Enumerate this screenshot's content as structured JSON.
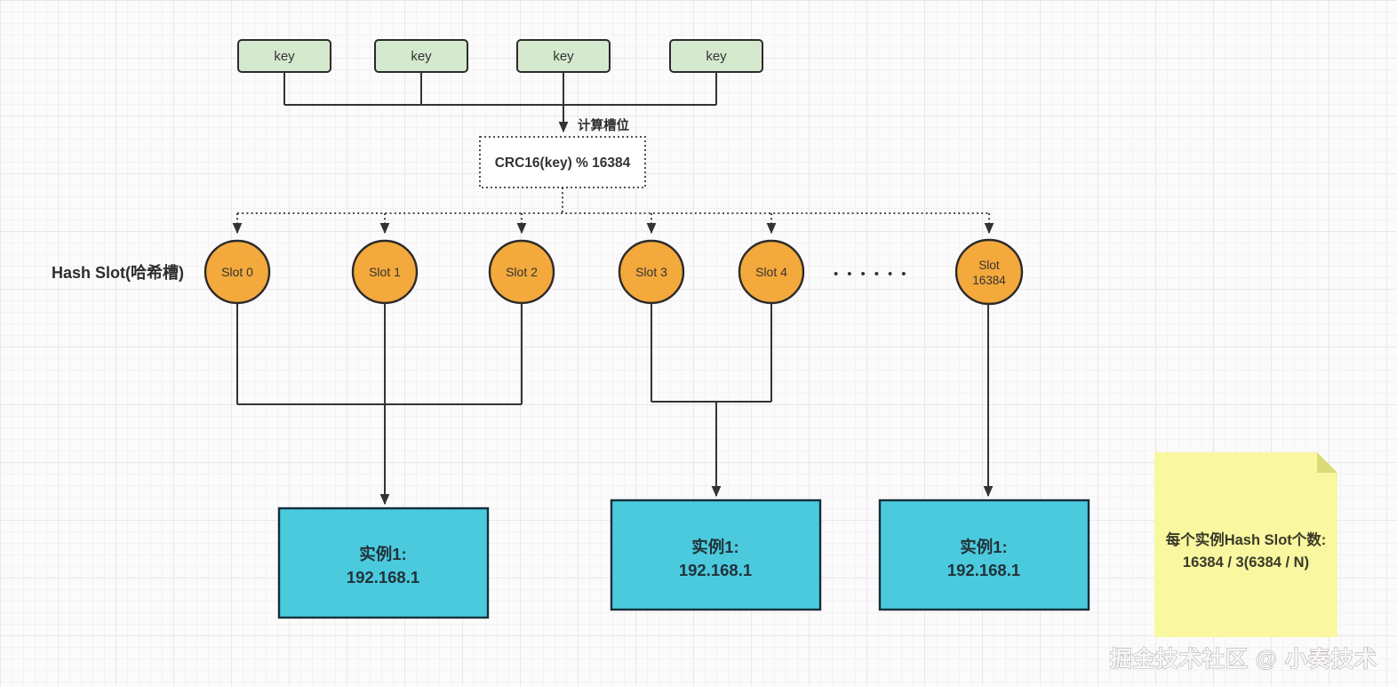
{
  "diagram": {
    "keys": [
      {
        "label": "key"
      },
      {
        "label": "key"
      },
      {
        "label": "key"
      },
      {
        "label": "key"
      }
    ],
    "process_step": {
      "label": "计算槽位",
      "formula": "CRC16(key) % 16384"
    },
    "hash_slot_row": {
      "label": "Hash Slot(哈希槽)",
      "slots": [
        {
          "label": "Slot 0"
        },
        {
          "label": "Slot 1"
        },
        {
          "label": "Slot 2"
        },
        {
          "label": "Slot 3"
        },
        {
          "label": "Slot 4"
        }
      ],
      "last_slot": {
        "line1": "Slot",
        "line2": "16384"
      },
      "ellipsis": "••••••"
    },
    "instances": [
      {
        "name": "实例1:",
        "address": "192.168.1"
      },
      {
        "name": "实例1:",
        "address": "192.168.1"
      },
      {
        "name": "实例1:",
        "address": "192.168.1"
      }
    ],
    "note": {
      "line1": "每个实例Hash Slot个数:",
      "line2": "16384 / 3(6384 / N)"
    },
    "watermark": "掘金技术社区 @ 小奏技术"
  },
  "colors": {
    "key_fill": "#d5e9ce",
    "slot_fill": "#f3a93c",
    "instance_fill": "#4bcade",
    "note_fill": "#f9f7a0",
    "line": "#333333",
    "background": "#fcfbfc"
  }
}
